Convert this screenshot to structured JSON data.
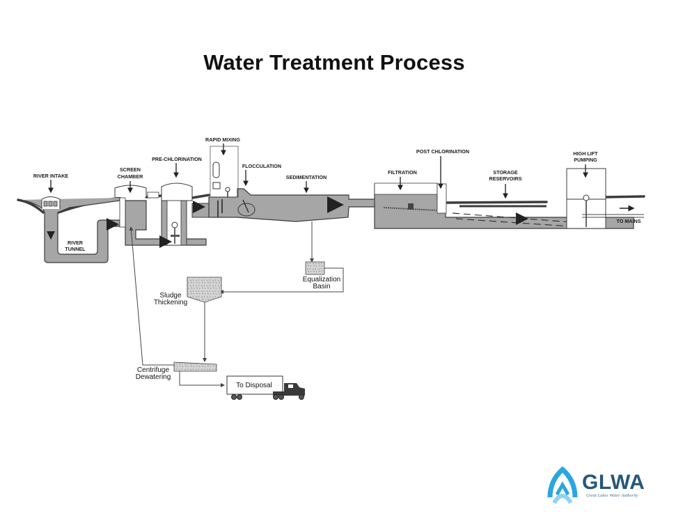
{
  "title": "Water Treatment Process",
  "stages": {
    "river_intake": "RIVER INTAKE",
    "river_tunnel_1": "RIVER",
    "river_tunnel_2": "TUNNEL",
    "screen_chamber_1": "SCREEN",
    "screen_chamber_2": "CHAMBER",
    "pre_chlorination": "PRE-CHLORINATION",
    "rapid_mixing": "RAPID MIXING",
    "flocculation": "FLOCCULATION",
    "sedimentation": "SEDIMENTATION",
    "filtration": "FILTRATION",
    "post_chlorination": "POST CHLORINATION",
    "storage_reservoirs_1": "STORAGE",
    "storage_reservoirs_2": "RESERVOIRS",
    "high_lift_pumping_1": "HIGH LIFT",
    "high_lift_pumping_2": "PUMPING",
    "to_mains": "TO MAINS"
  },
  "sludge": {
    "equalization_1": "Equalization",
    "equalization_2": "Basin",
    "thickening_1": "Sludge",
    "thickening_2": "Thickening",
    "centrifuge_1": "Centrifuge",
    "centrifuge_2": "Dewatering",
    "disposal": "To Disposal"
  },
  "logo": {
    "name": "GLWA",
    "subtitle": "Great Lakes Water Authority",
    "colors": {
      "primary": "#27567a",
      "accent": "#2aa6e0",
      "light": "#8fd3f4"
    }
  },
  "colors": {
    "water": "#a6a6a6",
    "outline": "#3a3a3a",
    "ground": "#3c3c3c"
  }
}
